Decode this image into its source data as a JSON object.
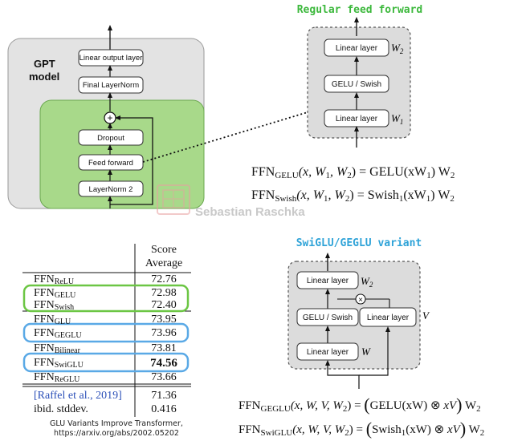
{
  "gpt_model": {
    "title_line1": "GPT",
    "title_line2": "model",
    "layers": {
      "linear_output": "Linear output layer",
      "final_layernorm": "Final LayerNorm",
      "dropout": "Dropout",
      "feed_forward": "Feed forward",
      "layernorm2": "LayerNorm 2"
    },
    "plus_symbol": "+"
  },
  "regular_ff": {
    "title": "Regular feed forward",
    "linear_top": "Linear layer",
    "activation": "GELU / Swish",
    "linear_bottom": "Linear layer",
    "weight_top": "W",
    "weight_top_sub": "2",
    "weight_bottom": "W",
    "weight_bottom_sub": "1"
  },
  "regular_formulas": {
    "gelu": {
      "lhs_name": "FFN",
      "lhs_sub": "GELU",
      "args": "(x, W",
      "args_sub1": "1",
      "args_mid": ", W",
      "args_sub2": "2",
      "args_end": ")",
      "eq": " = ",
      "rhs": "GELU(xW",
      "rhs_sub": "1",
      "rhs_end": ") W",
      "rhs_sub2": "2"
    },
    "swish": {
      "lhs_name": "FFN",
      "lhs_sub": "Swish",
      "args": "(x, W",
      "args_sub1": "1",
      "args_mid": ", W",
      "args_sub2": "2",
      "args_end": ")",
      "eq": " = ",
      "rhs": "Swish",
      "rhs_sub0": "1",
      "rhs_mid": "(xW",
      "rhs_sub": "1",
      "rhs_end": ") W",
      "rhs_sub2": "2"
    }
  },
  "watermark": {
    "text": "Sebastian Raschka"
  },
  "glu_table": {
    "header_line1": "Score",
    "header_line2": "Average",
    "rows": [
      {
        "name": "FFN",
        "sub": "ReLU",
        "value": "72.76",
        "bold": false
      },
      {
        "name": "FFN",
        "sub": "GELU",
        "value": "72.98",
        "bold": false
      },
      {
        "name": "FFN",
        "sub": "Swish",
        "value": "72.40",
        "bold": false
      },
      {
        "name": "FFN",
        "sub": "GLU",
        "value": "73.95",
        "bold": false
      },
      {
        "name": "FFN",
        "sub": "GEGLU",
        "value": "73.96",
        "bold": false
      },
      {
        "name": "FFN",
        "sub": "Bilinear",
        "value": "73.81",
        "bold": false
      },
      {
        "name": "FFN",
        "sub": "SwiGLU",
        "value": "74.56",
        "bold": true
      },
      {
        "name": "FFN",
        "sub": "ReGLU",
        "value": "73.66",
        "bold": false
      }
    ],
    "ref_row": {
      "name": "[Raffel et al., 2019]",
      "value": "71.36"
    },
    "stddev_row": {
      "name": "ibid. stddev.",
      "value": "0.416"
    },
    "highlight_colors": {
      "green": "#6cc644",
      "blue": "#5aa9e6"
    }
  },
  "caption": {
    "line1": "GLU Variants Improve Transformer,",
    "line2": "https://arxiv.org/abs/2002.05202"
  },
  "swiglu": {
    "title": "SwiGLU/GEGLU variant",
    "linear_top": "Linear layer",
    "activation": "GELU / Swish",
    "linear_right": "Linear layer",
    "linear_bottom": "Linear layer",
    "times_symbol": "×",
    "weight_top": "W",
    "weight_top_sub": "2",
    "weight_v": "V",
    "weight_w": "W"
  },
  "swiglu_formulas": {
    "geglu": {
      "lhs_name": "FFN",
      "lhs_sub": "GEGLU",
      "args": "(x, W, V, W",
      "args_sub": "2",
      "args_end": ")",
      "eq": " = ",
      "rhs_pre": "GELU(xW)",
      "op": "⊗",
      "rhs_post": "xV",
      "rhs_end": " W",
      "rhs_sub": "2"
    },
    "swiglu": {
      "lhs_name": "FFN",
      "lhs_sub": "SwiGLU",
      "args": "(x, W, V, W",
      "args_sub": "2",
      "args_end": ")",
      "eq": " = ",
      "rhs_pre": "Swish",
      "rhs_pre_sub": "1",
      "rhs_pre2": "(xW)",
      "op": "⊗",
      "rhs_post": "xV",
      "rhs_end": " W",
      "rhs_sub": "2"
    }
  },
  "colors": {
    "gpt_panel": "#e3e3e3",
    "block_green": "#a8d98a",
    "title_green": "#3cb83c",
    "title_blue": "#2fa3d8",
    "dashed_panel": "#dcdcdc"
  }
}
